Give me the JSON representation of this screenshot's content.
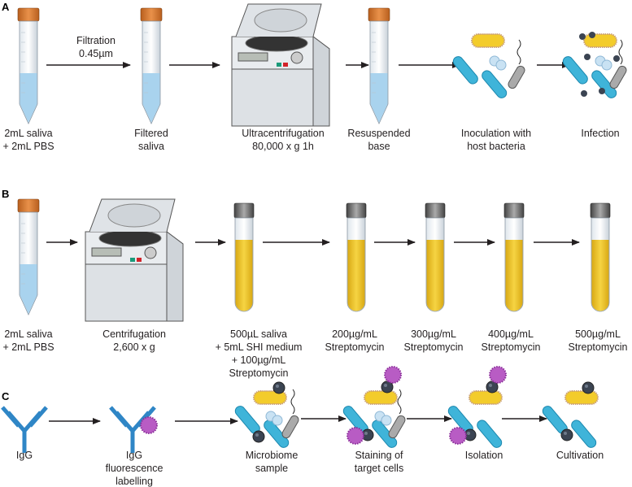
{
  "panels": {
    "A": {
      "label": "A",
      "filtration": [
        "Filtration",
        "0.45µm"
      ],
      "steps": [
        [
          "2mL saliva",
          "+ 2mL PBS"
        ],
        [
          "Filtered",
          "saliva"
        ],
        [
          "Ultracentrifugation",
          "80,000 x g 1h"
        ],
        [
          "Resuspended",
          "base"
        ],
        [
          "Inoculation with",
          "host bacteria"
        ],
        [
          "Infection"
        ]
      ]
    },
    "B": {
      "label": "B",
      "steps": [
        [
          "2mL saliva",
          "+ 2mL PBS"
        ],
        [
          "Centrifugation",
          "2,600 x g"
        ],
        [
          "500µL saliva",
          "+ 5mL SHI medium",
          "+ 100µg/mL",
          "Streptomycin"
        ],
        [
          "200µg/mL",
          "Streptomycin"
        ],
        [
          "300µg/mL",
          "Streptomycin"
        ],
        [
          "400µg/mL",
          "Streptomycin"
        ],
        [
          "500µg/mL",
          "Streptomycin"
        ]
      ]
    },
    "C": {
      "label": "C",
      "steps": [
        [
          "IgG"
        ],
        [
          "IgG",
          "fluorescence",
          "labelling"
        ],
        [
          "Microbiome",
          "sample"
        ],
        [
          "Staining of",
          "target cells"
        ],
        [
          "Isolation"
        ],
        [
          "Cultivation"
        ]
      ]
    }
  },
  "colors": {
    "cap": "#d9782d",
    "liquid": "#a9d3ee",
    "medium": "#f0c52e",
    "igg": "#2f86c6",
    "stain": "#b85cc4",
    "rod": "#f3cc2b",
    "chain": "#3fb4d9"
  }
}
